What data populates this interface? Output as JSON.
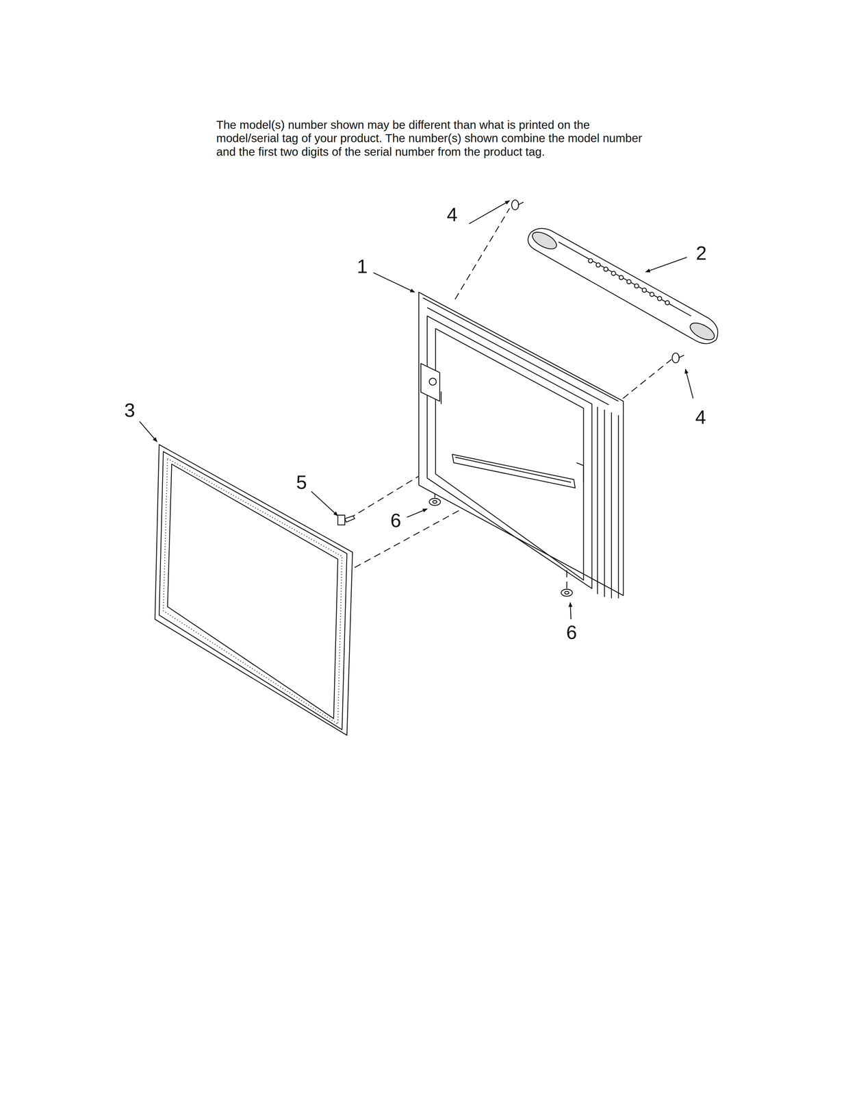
{
  "diagram": {
    "labels": [
      "The model(s) number shown may be different than what is printed on the model/serial tag of your product. The number(s) shown combine the model number and the first two digits of the serial number from the product tag.",
      "4",
      "2",
      "1",
      "3",
      "4",
      "5",
      "6",
      "6"
    ]
  }
}
